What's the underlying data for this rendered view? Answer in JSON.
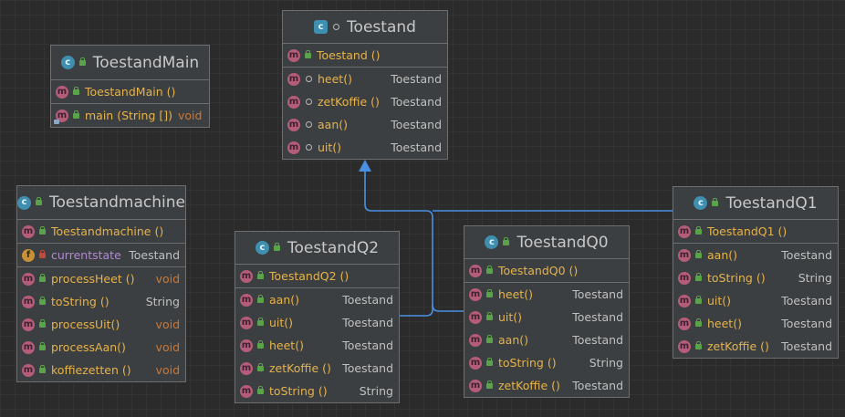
{
  "classes": {
    "toestand": {
      "name": "Toestand",
      "constructor": "Toestand ()",
      "methods": [
        {
          "name": "heet()",
          "type": "Toestand"
        },
        {
          "name": "zetKoffie ()",
          "type": "Toestand"
        },
        {
          "name": "aan()",
          "type": "Toestand"
        },
        {
          "name": "uit()",
          "type": "Toestand"
        }
      ]
    },
    "toestandmain": {
      "name": "ToestandMain",
      "constructor": "ToestandMain ()",
      "method": {
        "name": "main (String [])",
        "type": "void"
      }
    },
    "toestandmachine": {
      "name": "Toestandmachine",
      "constructor": "Toestandmachine ()",
      "field": {
        "name": "currentstate",
        "type": "Toestand"
      },
      "methods": [
        {
          "name": "processHeet ()",
          "type": "void"
        },
        {
          "name": "toString ()",
          "type": "String"
        },
        {
          "name": "processUit()",
          "type": "void"
        },
        {
          "name": "processAan()",
          "type": "void"
        },
        {
          "name": "koffiezetten ()",
          "type": "void"
        }
      ]
    },
    "toestandq2": {
      "name": "ToestandQ2",
      "constructor": "ToestandQ2 ()",
      "methods": [
        {
          "name": "aan()",
          "type": "Toestand"
        },
        {
          "name": "uit()",
          "type": "Toestand"
        },
        {
          "name": "heet()",
          "type": "Toestand"
        },
        {
          "name": "zetKoffie ()",
          "type": "Toestand"
        },
        {
          "name": "toString ()",
          "type": "String"
        }
      ]
    },
    "toestandq0": {
      "name": "ToestandQ0",
      "constructor": "ToestandQ0 ()",
      "methods": [
        {
          "name": "heet()",
          "type": "Toestand"
        },
        {
          "name": "uit()",
          "type": "Toestand"
        },
        {
          "name": "aan()",
          "type": "Toestand"
        },
        {
          "name": "toString ()",
          "type": "String"
        },
        {
          "name": "zetKoffie ()",
          "type": "Toestand"
        }
      ]
    },
    "toestandq1": {
      "name": "ToestandQ1",
      "constructor": "ToestandQ1 ()",
      "methods": [
        {
          "name": "aan()",
          "type": "Toestand"
        },
        {
          "name": "toString ()",
          "type": "String"
        },
        {
          "name": "uit()",
          "type": "Toestand"
        },
        {
          "name": "heet()",
          "type": "Toestand"
        },
        {
          "name": "zetKoffie ()",
          "type": "Toestand"
        }
      ]
    }
  },
  "icons": {
    "method": "m",
    "field": "f",
    "class": "c",
    "abstract_class": "c"
  },
  "colors": {
    "background": "#2b2b2b",
    "box": "#3c3f41",
    "border": "#6e6e6e",
    "method_name": "#e6b34a",
    "field_name": "#b08ad0",
    "void_type": "#cc7832",
    "connector": "#4a90e2"
  }
}
